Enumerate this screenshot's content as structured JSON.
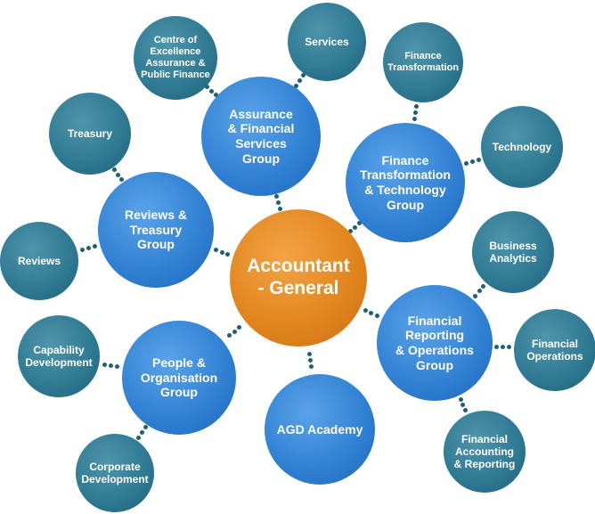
{
  "nodes": [
    {
      "id": "accountant-general",
      "label": "Accountant\n- General",
      "kind": "center",
      "color": "#e2861f"
    },
    {
      "id": "assurance-group",
      "label": "Assurance\n& Financial\nServices\nGroup",
      "kind": "group",
      "color": "#2f7fd2"
    },
    {
      "id": "finance-tech-group",
      "label": "Finance\nTransformation\n& Technology\nGroup",
      "kind": "group",
      "color": "#2f7fd2"
    },
    {
      "id": "reviews-treasury-group",
      "label": "Reviews &\nTreasury\nGroup",
      "kind": "group",
      "color": "#2f7fd2"
    },
    {
      "id": "people-org-group",
      "label": "People &\nOrganisation\nGroup",
      "kind": "group",
      "color": "#2f7fd2"
    },
    {
      "id": "agd-academy",
      "label": "AGD Academy",
      "kind": "group",
      "color": "#2f7fd2"
    },
    {
      "id": "financial-reporting-group",
      "label": "Financial\nReporting\n& Operations\nGroup",
      "kind": "group",
      "color": "#2f7fd2"
    },
    {
      "id": "coe-assurance",
      "label": "Centre of\nExcellence\nAssurance &\nPublic Finance",
      "kind": "leaf",
      "color": "#2e7892"
    },
    {
      "id": "services",
      "label": "Services",
      "kind": "leaf",
      "color": "#2e7892"
    },
    {
      "id": "finance-transformation",
      "label": "Finance\nTransformation",
      "kind": "leaf",
      "color": "#2e7892"
    },
    {
      "id": "technology",
      "label": "Technology",
      "kind": "leaf",
      "color": "#2e7892"
    },
    {
      "id": "treasury",
      "label": "Treasury",
      "kind": "leaf",
      "color": "#2e7892"
    },
    {
      "id": "reviews",
      "label": "Reviews",
      "kind": "leaf",
      "color": "#2e7892"
    },
    {
      "id": "capability-development",
      "label": "Capability\nDevelopment",
      "kind": "leaf",
      "color": "#2e7892"
    },
    {
      "id": "corporate-development",
      "label": "Corporate\nDevelopment",
      "kind": "leaf",
      "color": "#2e7892"
    },
    {
      "id": "business-analytics",
      "label": "Business\nAnalytics",
      "kind": "leaf",
      "color": "#2e7892"
    },
    {
      "id": "financial-operations",
      "label": "Financial\nOperations",
      "kind": "leaf",
      "color": "#2e7892"
    },
    {
      "id": "financial-accounting",
      "label": "Financial\nAccounting\n& Reporting",
      "kind": "leaf",
      "color": "#2e7892"
    }
  ],
  "edges": [
    [
      "accountant-general",
      "assurance-group"
    ],
    [
      "accountant-general",
      "finance-tech-group"
    ],
    [
      "accountant-general",
      "reviews-treasury-group"
    ],
    [
      "accountant-general",
      "people-org-group"
    ],
    [
      "accountant-general",
      "agd-academy"
    ],
    [
      "accountant-general",
      "financial-reporting-group"
    ],
    [
      "assurance-group",
      "coe-assurance"
    ],
    [
      "assurance-group",
      "services"
    ],
    [
      "finance-tech-group",
      "finance-transformation"
    ],
    [
      "finance-tech-group",
      "technology"
    ],
    [
      "reviews-treasury-group",
      "treasury"
    ],
    [
      "reviews-treasury-group",
      "reviews"
    ],
    [
      "people-org-group",
      "capability-development"
    ],
    [
      "people-org-group",
      "corporate-development"
    ],
    [
      "financial-reporting-group",
      "business-analytics"
    ],
    [
      "financial-reporting-group",
      "financial-operations"
    ],
    [
      "financial-reporting-group",
      "financial-accounting"
    ]
  ]
}
